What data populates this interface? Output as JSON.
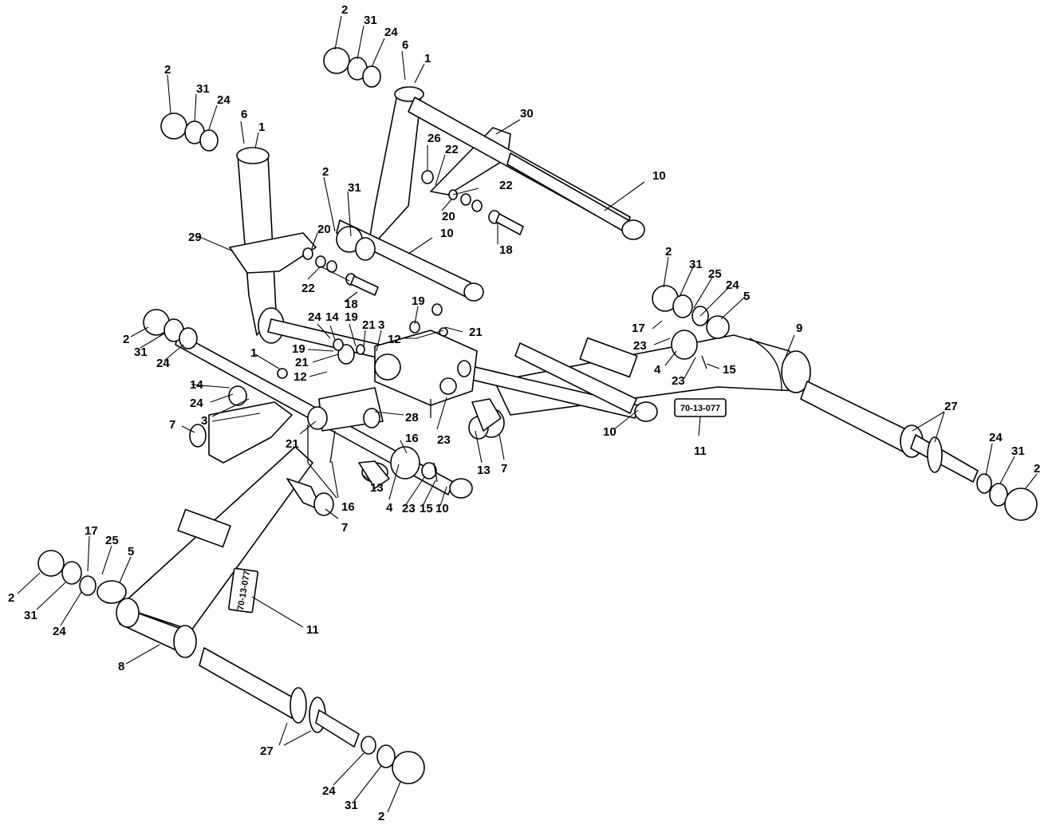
{
  "decal_front": "70-13-077",
  "decal_rear": "70-13-077",
  "callouts": [
    {
      "id": "c1",
      "text": "2"
    },
    {
      "id": "c2",
      "text": "31"
    },
    {
      "id": "c3",
      "text": "24"
    },
    {
      "id": "c4",
      "text": "6"
    },
    {
      "id": "c5",
      "text": "1"
    },
    {
      "id": "c6",
      "text": "2"
    },
    {
      "id": "c7",
      "text": "31"
    },
    {
      "id": "c8",
      "text": "24"
    },
    {
      "id": "c9",
      "text": "6"
    },
    {
      "id": "c10",
      "text": "1"
    },
    {
      "id": "c11",
      "text": "30"
    },
    {
      "id": "c12",
      "text": "26"
    },
    {
      "id": "c13",
      "text": "22"
    },
    {
      "id": "c14",
      "text": "22"
    },
    {
      "id": "c15",
      "text": "20"
    },
    {
      "id": "c16",
      "text": "18"
    },
    {
      "id": "c17",
      "text": "10"
    },
    {
      "id": "c18",
      "text": "2"
    },
    {
      "id": "c19",
      "text": "31"
    },
    {
      "id": "c20",
      "text": "10"
    },
    {
      "id": "c21",
      "text": "29"
    },
    {
      "id": "c22",
      "text": "20"
    },
    {
      "id": "c23",
      "text": "22"
    },
    {
      "id": "c24",
      "text": "18"
    },
    {
      "id": "c25",
      "text": "2"
    },
    {
      "id": "c26",
      "text": "31"
    },
    {
      "id": "c27",
      "text": "24"
    },
    {
      "id": "c28",
      "text": "1"
    },
    {
      "id": "c29",
      "text": "24"
    },
    {
      "id": "c30",
      "text": "14"
    },
    {
      "id": "c31",
      "text": "19"
    },
    {
      "id": "c32",
      "text": "21"
    },
    {
      "id": "c33",
      "text": "3"
    },
    {
      "id": "c34",
      "text": "19"
    },
    {
      "id": "c35",
      "text": "12"
    },
    {
      "id": "c36",
      "text": "21"
    },
    {
      "id": "c37",
      "text": "19"
    },
    {
      "id": "c38",
      "text": "21"
    },
    {
      "id": "c39",
      "text": "12"
    },
    {
      "id": "c40",
      "text": "14"
    },
    {
      "id": "c41",
      "text": "24"
    },
    {
      "id": "c42",
      "text": "3"
    },
    {
      "id": "c43",
      "text": "7"
    },
    {
      "id": "c44",
      "text": "21"
    },
    {
      "id": "c45",
      "text": "28"
    },
    {
      "id": "c46",
      "text": "16"
    },
    {
      "id": "c47",
      "text": "23"
    },
    {
      "id": "c48",
      "text": "16"
    },
    {
      "id": "c49",
      "text": "13"
    },
    {
      "id": "c50",
      "text": "4"
    },
    {
      "id": "c51",
      "text": "23"
    },
    {
      "id": "c52",
      "text": "15"
    },
    {
      "id": "c53",
      "text": "10"
    },
    {
      "id": "c54",
      "text": "7"
    },
    {
      "id": "c55",
      "text": "13"
    },
    {
      "id": "c56",
      "text": "7"
    },
    {
      "id": "c57",
      "text": "10"
    },
    {
      "id": "c58",
      "text": "11"
    },
    {
      "id": "c59",
      "text": "2"
    },
    {
      "id": "c60",
      "text": "31"
    },
    {
      "id": "c61",
      "text": "25"
    },
    {
      "id": "c62",
      "text": "24"
    },
    {
      "id": "c63",
      "text": "5"
    },
    {
      "id": "c64",
      "text": "17"
    },
    {
      "id": "c65",
      "text": "23"
    },
    {
      "id": "c66",
      "text": "4"
    },
    {
      "id": "c67",
      "text": "23"
    },
    {
      "id": "c68",
      "text": "15"
    },
    {
      "id": "c69",
      "text": "9"
    },
    {
      "id": "c70",
      "text": "27"
    },
    {
      "id": "c71",
      "text": "24"
    },
    {
      "id": "c72",
      "text": "31"
    },
    {
      "id": "c73",
      "text": "2"
    },
    {
      "id": "c74",
      "text": "17"
    },
    {
      "id": "c75",
      "text": "25"
    },
    {
      "id": "c76",
      "text": "5"
    },
    {
      "id": "c77",
      "text": "2"
    },
    {
      "id": "c78",
      "text": "31"
    },
    {
      "id": "c79",
      "text": "24"
    },
    {
      "id": "c80",
      "text": "11"
    },
    {
      "id": "c81",
      "text": "8"
    },
    {
      "id": "c82",
      "text": "27"
    },
    {
      "id": "c83",
      "text": "24"
    },
    {
      "id": "c84",
      "text": "31"
    },
    {
      "id": "c85",
      "text": "2"
    }
  ]
}
